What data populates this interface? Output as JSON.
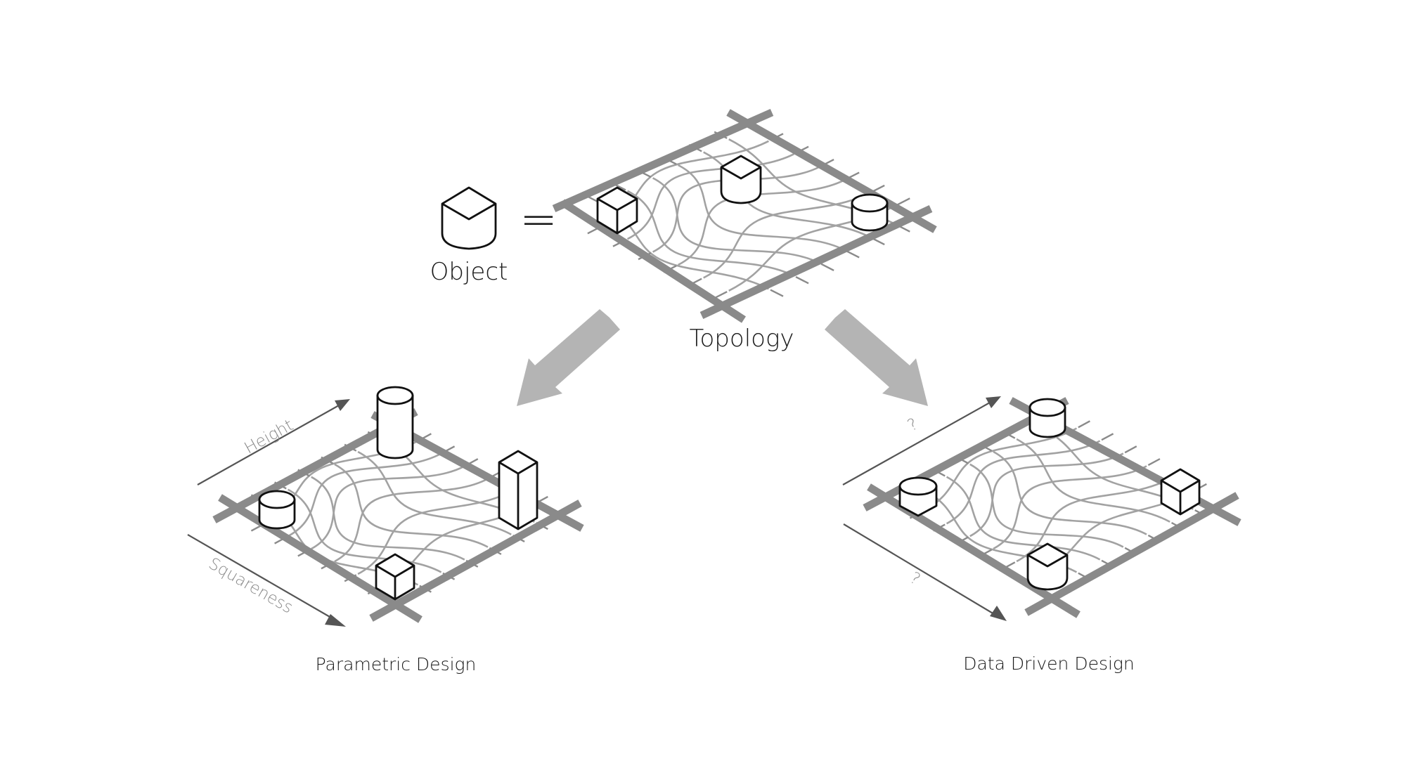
{
  "labels": {
    "object": "Object",
    "equals": "=",
    "topology": "Topology",
    "parametric": "Parametric Design",
    "data_driven": "Data Driven Design",
    "axis_height": "Height",
    "axis_squareness": "Squareness",
    "axis_unknown_top": "?",
    "axis_unknown_bottom": "?"
  },
  "colors": {
    "frame": "#8a8a8a",
    "mesh": "#a2a2a2",
    "object_stroke": "#111111",
    "flow_arrow": "#b4b4b4"
  }
}
